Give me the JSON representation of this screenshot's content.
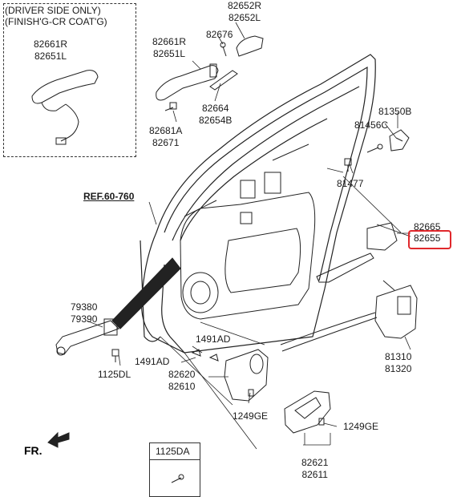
{
  "inset": {
    "line1": "(DRIVER SIDE ONLY)",
    "line2": "(FINISH'G-CR COAT'G)",
    "codes": [
      "82661R",
      "82651L"
    ]
  },
  "labels": {
    "p82652": [
      "82652R",
      "82652L"
    ],
    "p82676": "82676",
    "p82661": [
      "82661R",
      "82651L"
    ],
    "p82664": [
      "82664",
      "82654B"
    ],
    "p82681": [
      "82681A",
      "82671"
    ],
    "p81350": "81350B",
    "p81456": "81456C",
    "p81477": "81477",
    "ref": "REF.60-760",
    "p82665": "82665",
    "p82655": "82655",
    "p79380": [
      "79380",
      "79390"
    ],
    "p1125dl": "1125DL",
    "p1491ad_a": "1491AD",
    "p1491ad_b": "1491AD",
    "p82620": [
      "82620",
      "82610"
    ],
    "p81310": [
      "81310",
      "81320"
    ],
    "p1249ge_a": "1249GE",
    "p1249ge_b": "1249GE",
    "p82621": [
      "82621",
      "82611"
    ],
    "p1125da": "1125DA",
    "fr": "FR."
  },
  "colors": {
    "line": "#222222",
    "highlight": "#e0282c"
  }
}
